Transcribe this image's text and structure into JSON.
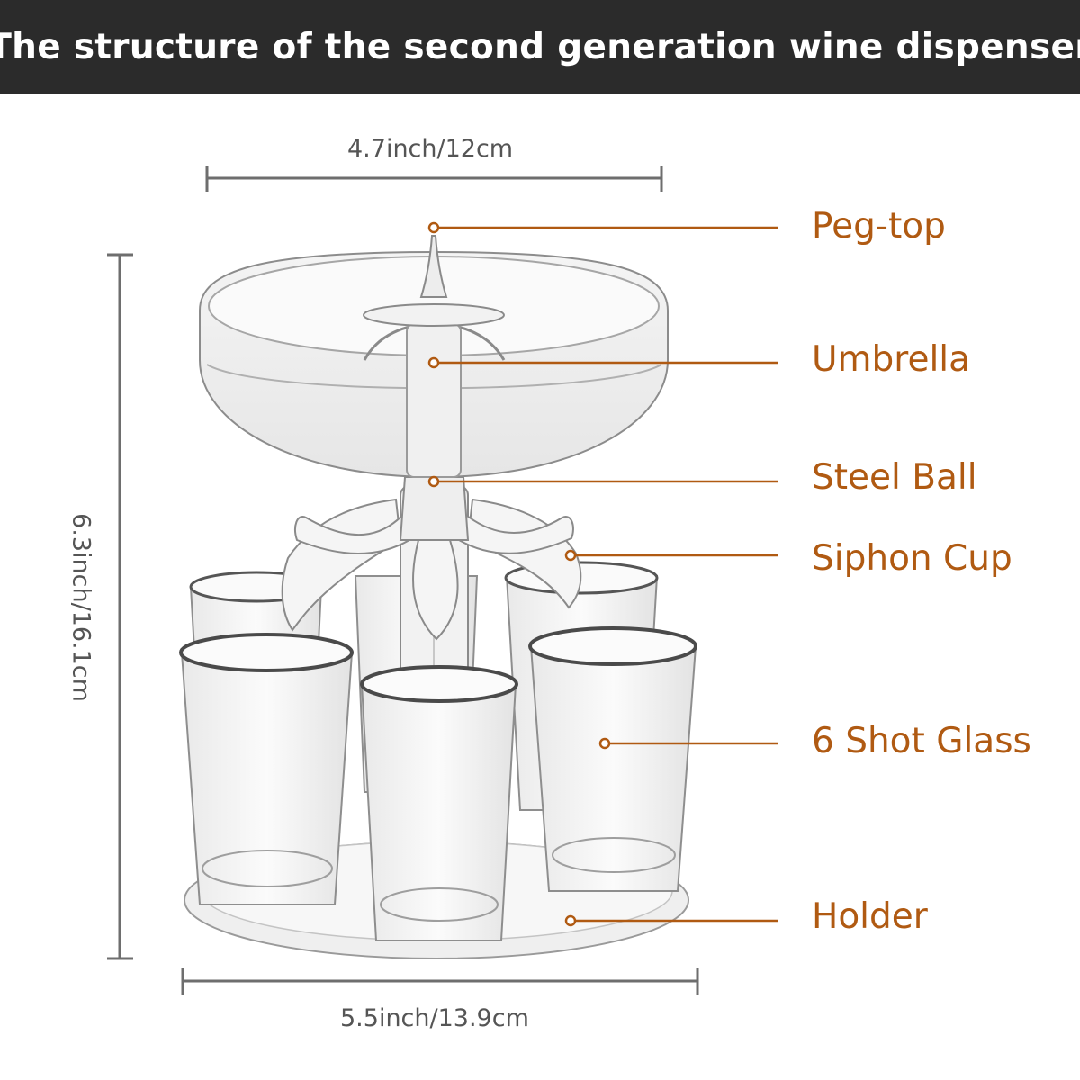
{
  "title": "The structure of the second generation wine dispenser",
  "dimensions": {
    "top_width": "4.7inch/12cm",
    "height": "6.3inch/16.1cm",
    "bottom_width": "5.5inch/13.9cm"
  },
  "parts": [
    {
      "label": "Peg-top"
    },
    {
      "label": "Umbrella"
    },
    {
      "label": "Steel Ball"
    },
    {
      "label": "Siphon Cup"
    },
    {
      "label": "6 Shot Glass"
    },
    {
      "label": "Holder"
    }
  ],
  "colors": {
    "header_bg": "#2b2b2b",
    "label_accent": "#b05a12",
    "dimension_gray": "#555555"
  }
}
